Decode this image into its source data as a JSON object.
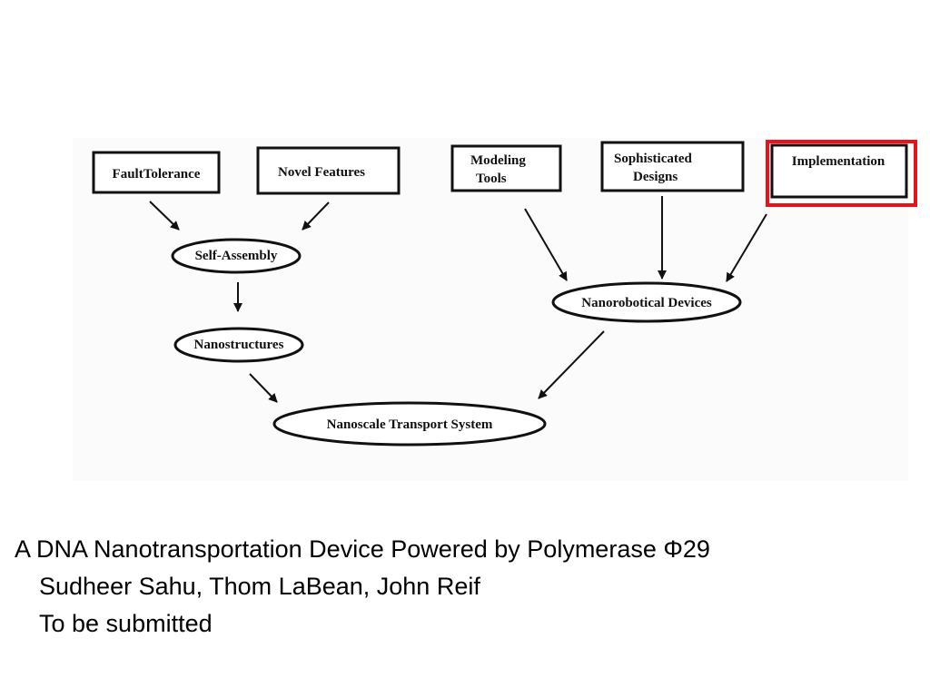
{
  "diagram": {
    "boxes": {
      "fault_tolerance": "FaultTolerance",
      "novel_features": "Novel Features",
      "modeling_tools_line1": "Modeling",
      "modeling_tools_line2": "Tools",
      "sophisticated_designs_line1": "Sophisticated",
      "sophisticated_designs_line2": "Designs",
      "implementation": "Implementation"
    },
    "ellipses": {
      "self_assembly": "Self-Assembly",
      "nanostructures": "Nanostructures",
      "nanorobotical_devices": "Nanorobotical Devices",
      "nanoscale_transport_system": "Nanoscale Transport System"
    },
    "highlight_color": "#e8121a"
  },
  "caption": {
    "title": "A DNA Nanotransportation Device Powered by Polymerase Φ29",
    "authors": "Sudheer Sahu, Thom LaBean, John Reif",
    "status": "To be submitted"
  }
}
